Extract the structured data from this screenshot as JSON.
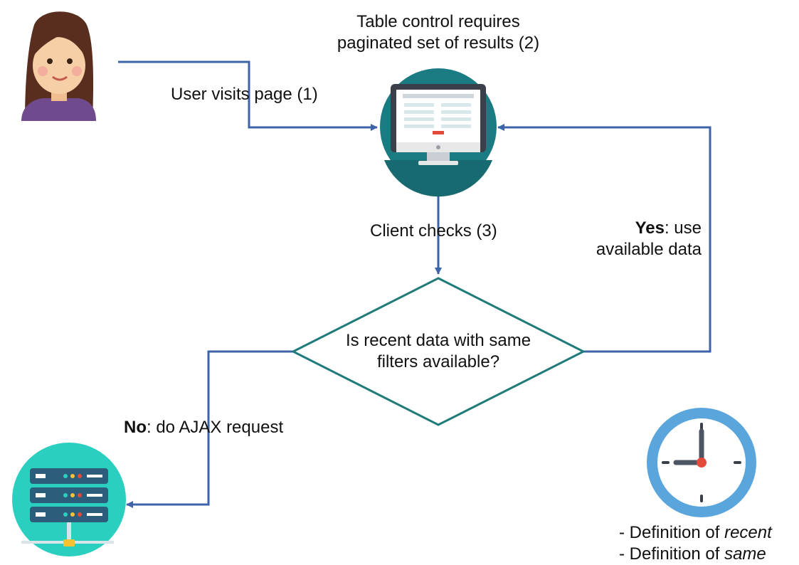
{
  "diagram": {
    "top_caption_line1": "Table control requires",
    "top_caption_line2": "paginated set of results (2)",
    "edge_user_visits": "User visits page (1)",
    "edge_client_checks": "Client checks (3)",
    "decision_line1": "Is recent data with same",
    "decision_line2": "filters available?",
    "yes_bold": "Yes",
    "yes_rest_line1": ": use",
    "yes_rest_line2": "available data",
    "no_bold": "No",
    "no_rest": ": do AJAX request",
    "note1_prefix": "- Definition of ",
    "note1_italic": "recent",
    "note2_prefix": "- Definition of ",
    "note2_italic": "same"
  },
  "icons": {
    "user": "user-avatar-icon",
    "monitor": "monitor-icon",
    "server": "server-icon",
    "clock": "clock-icon"
  },
  "colors": {
    "arrow": "#3d63a8",
    "decision_stroke": "#1f7a7a",
    "monitor_circle": "#1a7b82",
    "server_circle": "#2bcfc0",
    "clock_ring": "#5aa6dc",
    "clock_hand_dot": "#e24a3b",
    "avatar_hair": "#5a2e1f",
    "avatar_skin": "#f6cfa6",
    "avatar_shirt": "#6f4a8c"
  }
}
